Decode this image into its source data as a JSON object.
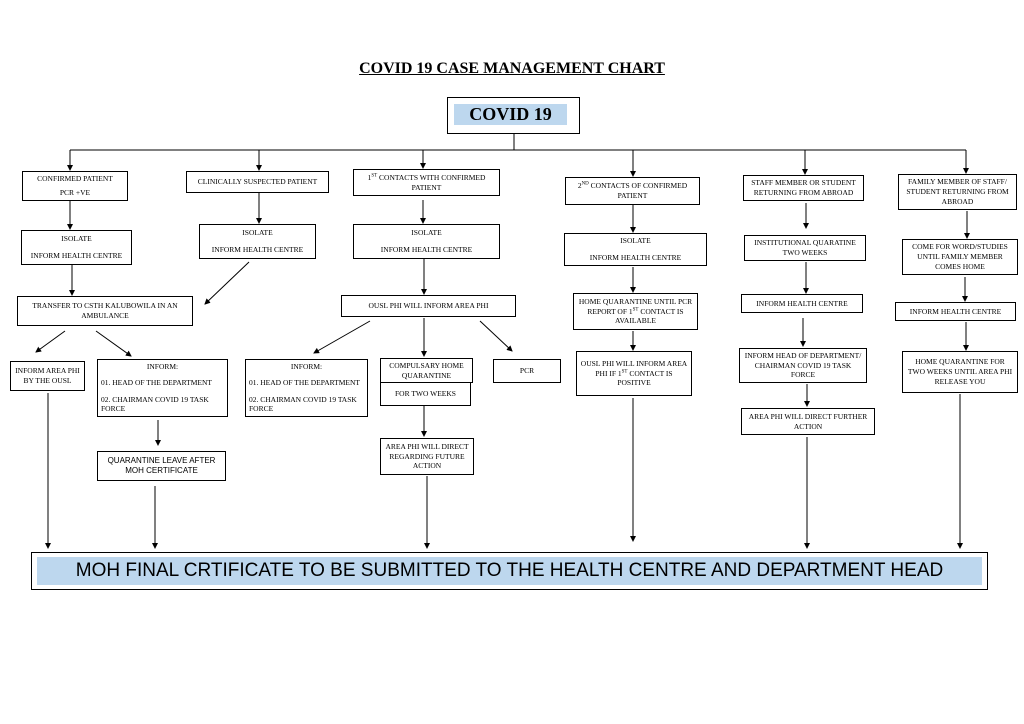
{
  "title": "COVID 19 CASE MANAGEMENT CHART",
  "root": "COVID 19",
  "final": "MOH FINAL CRTIFICATE TO BE SUBMITTED TO THE HEALTH CENTRE AND DEPARTMENT HEAD",
  "col1": {
    "header_l1": "CONFIRMED PATIENT",
    "header_l2": "PCR +VE",
    "isolate_l1": "ISOLATE",
    "isolate_l2": "INFORM HEALTH CENTRE",
    "transfer": "TRANSFER TO CSTH KALUBOWILA IN AN AMBULANCE",
    "inform_phi": "INFORM AREA PHI BY THE OUSL",
    "inform_title": "INFORM:",
    "inform_item1": "01. HEAD OF THE DEPARTMENT",
    "inform_item2": "02. CHAIRMAN COVID 19 TASK FORCE",
    "quarantine_leave": "QUARANTINE LEAVE AFTER MOH CERTIFICATE"
  },
  "col2": {
    "header": "CLINICALLY SUSPECTED PATIENT",
    "isolate_l1": "ISOLATE",
    "isolate_l2": "INFORM HEALTH CENTRE"
  },
  "col3": {
    "header_pre": "1",
    "header_sup": "ST",
    "header_post": " CONTACTS WITH CONFIRMED PATIENT",
    "isolate_l1": "ISOLATE",
    "isolate_l2": "INFORM HEALTH CENTRE",
    "ousl_phi": "OUSL PHI WILL INFORM AREA PHI",
    "inform_title": "INFORM:",
    "inform_item1": "01. HEAD OF THE DEPARTMENT",
    "inform_item2": "02. CHAIRMAN COVID 19 TASK FORCE",
    "compulsary": "COMPULSARY HOME QUARANTINE",
    "two_weeks": "FOR TWO WEEKS",
    "pcr": "PCR",
    "area_phi": "AREA PHI WILL DIRECT REGARDING FUTURE ACTION"
  },
  "col4": {
    "header_pre": "2",
    "header_sup": "ND",
    "header_post": " CONTACTS OF CONFIRMED PATIENT",
    "isolate_l1": "ISOLATE",
    "isolate_l2": "INFORM HEALTH CENTRE",
    "home_q_pre": "HOME QUARANTINE UNTIL PCR REPORT OF 1",
    "home_q_sup": "ST",
    "home_q_post": " CONTACT IS AVAILABLE",
    "ousl_pre": "OUSL PHI WILL INFORM AREA PHI IF 1",
    "ousl_sup": "ST",
    "ousl_post": " CONTACT IS POSITIVE"
  },
  "col5": {
    "header": "STAFF MEMBER OR STUDENT RETURNING FROM ABROAD",
    "institutional": "INSTITUTIONAL QUARATINE TWO WEEKS",
    "inform_hc": "INFORM HEALTH CENTRE",
    "inform_head": "INFORM HEAD OF DEPARTMENT/ CHAIRMAN COVID 19 TASK FORCE",
    "area_phi": "AREA PHI WILL DIRECT FURTHER ACTION"
  },
  "col6": {
    "header": "FAMILY MEMBER OF STAFF/ STUDENT RETURNING FROM ABROAD",
    "come_for": "COME FOR WORD/STUDIES UNTIL FAMILY MEMBER COMES HOME",
    "inform_hc": "INFORM HEALTH CENTRE",
    "home_q": "HOME QUARANTINE FOR TWO WEEKS UNTIL AREA PHI RELEASE YOU"
  }
}
